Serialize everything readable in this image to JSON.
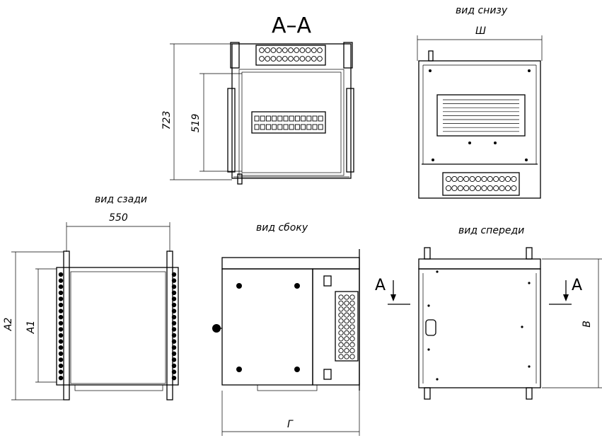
{
  "labels": {
    "section": "А–А",
    "bottom_view": "вид снизу",
    "back_view": "вид сзади",
    "side_view": "вид сбоку",
    "front_view": "вид спереди"
  },
  "dimensions": {
    "d723": "723",
    "d519": "519",
    "d550": "550",
    "width": "Ш",
    "a2": "А2",
    "a1": "А1",
    "g": "Г",
    "b": "В"
  },
  "section_marks": {
    "left": "А",
    "right": "А"
  }
}
